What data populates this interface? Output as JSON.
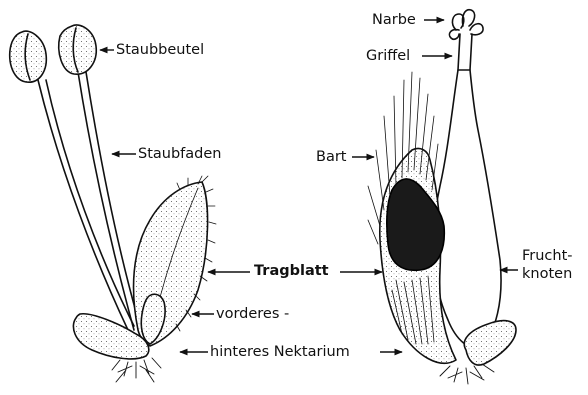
{
  "labels": {
    "staubbeutel": "Staubbeutel",
    "staubfaden": "Staubfaden",
    "tragblatt": "Tragblatt",
    "vorderes": "vorderes -",
    "hinteres_nektarium": "hinteres Nektarium",
    "narbe": "Narbe",
    "griffel": "Griffel",
    "bart": "Bart",
    "frucht_line1": "Frucht-",
    "frucht_line2": "knoten"
  },
  "colors": {
    "ink": "#111111",
    "paper": "#ffffff",
    "stipple": "#e6e6e6"
  }
}
